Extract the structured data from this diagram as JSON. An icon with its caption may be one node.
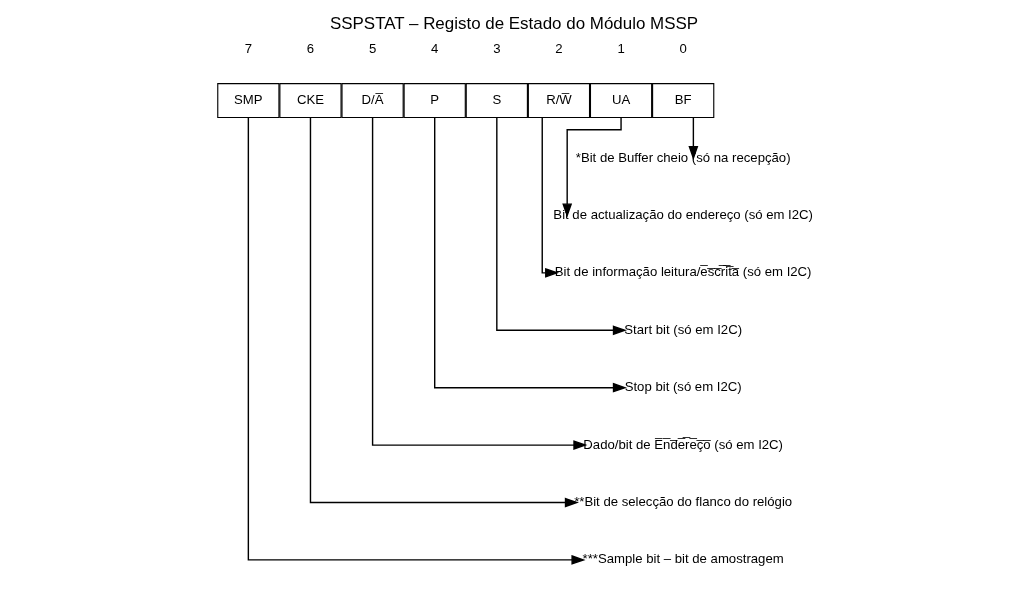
{
  "diagram": {
    "title": "SSPSTAT – Registo de Estado do Módulo MSSP",
    "nodes": [
      {
        "text": [
          "SMP"
        ]
      },
      {
        "text": [
          "CKE"
        ]
      },
      {
        "text": [
          "D/A̅"
        ]
      },
      {
        "text": [
          "P"
        ]
      },
      {
        "text": [
          "S"
        ]
      },
      {
        "text": [
          "R/W̅"
        ]
      },
      {
        "text": [
          "UA"
        ]
      },
      {
        "text": [
          "BF"
        ]
      },
      {
        "text": [
          "*Bit de Buffer cheio (só na recepção)"
        ]
      },
      {
        "text": [
          "Bit de actualização do endereço (só em I2C)"
        ]
      },
      {
        "text": [
          "Bit de informação leitura/e̅s̅c̅r̅i̅t̅a̅ (só em I2C)"
        ]
      },
      {
        "text": [
          "Start bit (só em I2C)"
        ]
      },
      {
        "text": [
          "Stop bit (só em I2C)"
        ]
      },
      {
        "text": [
          "Dado/bit de E̅n̅d̅e̅r̅e̅ç̅o̅ (só em I2C)"
        ]
      },
      {
        "text": [
          "**Bit de selecção do flanco do relógio"
        ]
      },
      {
        "text": [
          "***Sample bit – bit de amostragem"
        ]
      }
    ],
    "edges": [
      {
        "from": 7,
        "to": 8,
        "arrow": "to"
      },
      {
        "from": 6,
        "to": 9,
        "arrow": "to"
      },
      {
        "from": 5,
        "to": 10,
        "arrow": "to"
      },
      {
        "from": 4,
        "to": 11,
        "arrow": "to"
      },
      {
        "from": 3,
        "to": 12,
        "arrow": "to"
      },
      {
        "from": 2,
        "to": 13,
        "arrow": "to"
      },
      {
        "from": 1,
        "to": 14,
        "arrow": "to"
      },
      {
        "from": 0,
        "to": 15,
        "arrow": "to"
      }
    ],
    "labels": [
      "7",
      "6",
      "5",
      "4",
      "3",
      "2",
      "1",
      "0"
    ]
  }
}
